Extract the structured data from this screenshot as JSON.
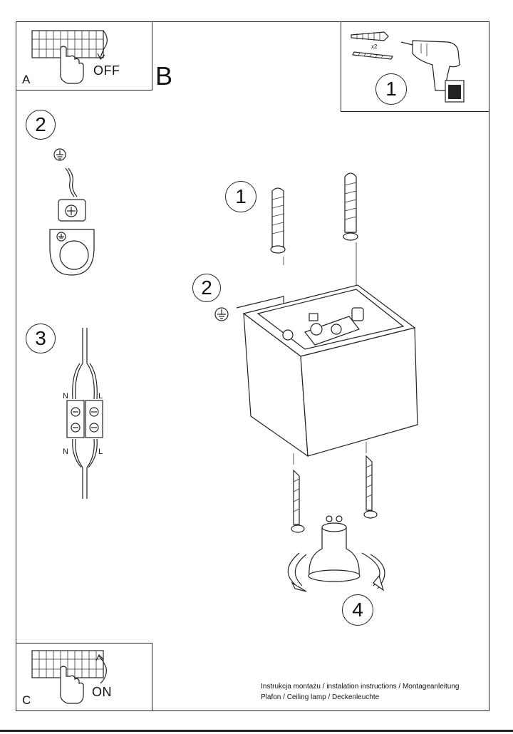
{
  "labels": {
    "panel_a": "A",
    "panel_b": "B",
    "panel_c": "C",
    "off": "OFF",
    "on": "ON",
    "x2": "x2"
  },
  "steps": {
    "s1_top": "1",
    "s1_main": "1",
    "s2_side": "2",
    "s2_main": "2",
    "s3_side": "3",
    "s4_main": "4"
  },
  "wiring": {
    "n_top": "N",
    "l_top": "L",
    "n_bottom": "N",
    "l_bottom": "L"
  },
  "caption": {
    "line1": "Instrukcja montażu / instalation instructions / Montageanleitung",
    "line2": "Plafon / Ceiling lamp / Deckenleuchte"
  }
}
